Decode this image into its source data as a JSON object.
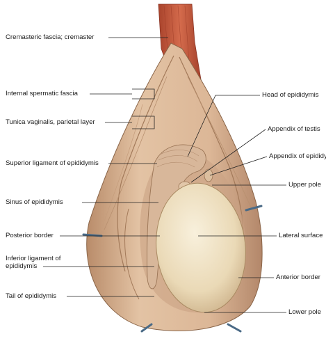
{
  "figure": {
    "left_labels": [
      "Cremasteric fascia; cremaster",
      "Internal spermatic fascia",
      "Tunica vaginalis, parietal layer",
      "Superior ligament of epididymis",
      "Sinus of epididymis",
      "Posterior border",
      "Inferior ligament of epididymis",
      "Tail of epididymis"
    ],
    "right_labels": [
      "Head of epididymis",
      "Appendix of testis",
      "Appendix of epididymis",
      "Upper pole",
      "Lateral surface",
      "Anterior border",
      "Lower pole"
    ]
  },
  "colors": {
    "muscle": "#c85a3e",
    "fascia": "#d9b394",
    "fascia_dark": "#a97c5c",
    "testis": "#efe2c4",
    "epididymis": "#d8b79a",
    "leader": "#222222"
  }
}
